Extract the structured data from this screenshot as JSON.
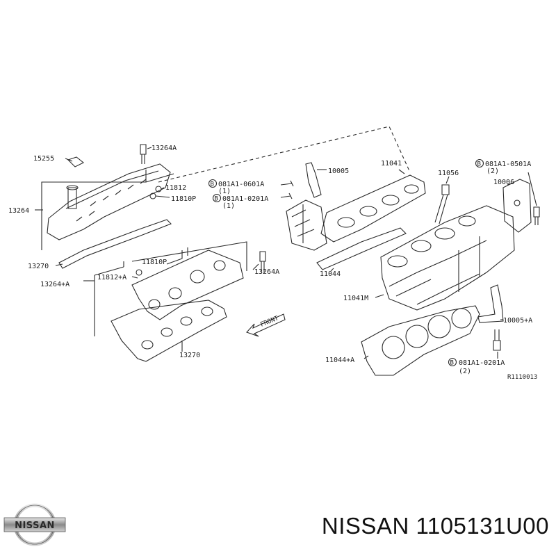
{
  "diagram": {
    "labels": {
      "p15255": "15255",
      "p13264a_top": "13264A",
      "p13264": "13264",
      "p11812": "11812",
      "p11810p_top": "11810P",
      "p13270_left": "13270",
      "p11810p_low": "11810P",
      "p11812a": "11812+A",
      "p13264pa": "13264+A",
      "p13264a_mid": "13264A",
      "p13270_low": "13270",
      "front": "FRONT",
      "b0601_circ": "B",
      "b0601": "081A1-0601A",
      "b0601_qty": "(1)",
      "b0201_circ": "B",
      "b0201": "081A1-0201A",
      "b0201_qty": "(1)",
      "p10005": "10005",
      "p11041": "11041",
      "p11056": "11056",
      "b0501_circ": "B",
      "b0501": "081A1-0501A",
      "b0501_qty": "(2)",
      "p10006": "10006",
      "p11044": "11044",
      "p11041m": "11041M",
      "p10005a": "10005+A",
      "p11044a": "11044+A",
      "b0201b_circ": "B",
      "b0201b": "081A1-0201A",
      "b0201b_qty": "(2)",
      "ref": "R1110013"
    }
  },
  "footer": {
    "logo_text": "NISSAN",
    "caption": "NISSAN 1105131U00"
  }
}
